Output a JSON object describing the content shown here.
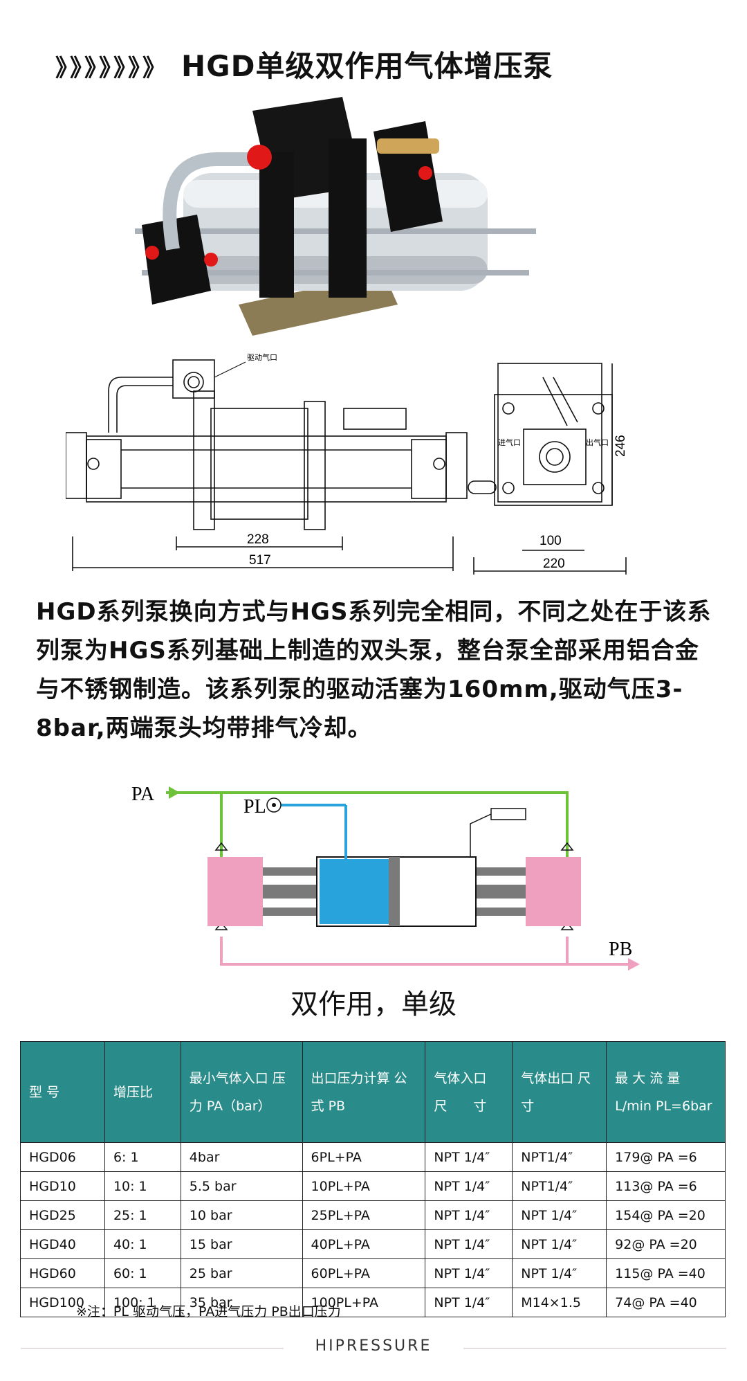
{
  "header": {
    "arrows": "》》》》》》》",
    "title": "HGD单级双作用气体增压泵"
  },
  "drawing": {
    "drive_port_label": "驱动气口",
    "inlet_label": "进气口",
    "outlet_label": "出气口",
    "dim_228": "228",
    "dim_517": "517",
    "dim_100": "100",
    "dim_220": "220",
    "dim_246": "246"
  },
  "description": "HGD系列泵换向方式与HGS系列完全相同，不同之处在于该系列泵为HGS系列基础上制造的双头泵，整台泵全部采用铝合金与不锈钢制造。该系列泵的驱动活塞为160mm,驱动气压3-8bar,两端泵头均带排气冷却。",
  "schematic": {
    "pa": "PA",
    "pl": "PL",
    "pb": "PB",
    "caption": "双作用，单级"
  },
  "table": {
    "headers": [
      "型 号",
      "增压比",
      "最小气体入口 压力 PA（bar）",
      "出口压力计算 公式 PB",
      "气体入口 尺　　寸",
      "气体出口 尺　　寸",
      "最 大 流 量 L/min PL=6bar"
    ],
    "rows": [
      [
        "HGD06",
        "6: 1",
        "4bar",
        "6PL+PA",
        "NPT 1/4″",
        "NPT1/4″",
        "179@ PA =6"
      ],
      [
        "HGD10",
        "10: 1",
        "5.5 bar",
        "10PL+PA",
        "NPT 1/4″",
        "NPT1/4″",
        "113@ PA =6"
      ],
      [
        "HGD25",
        "25: 1",
        "10 bar",
        "25PL+PA",
        "NPT 1/4″",
        "NPT 1/4″",
        "154@ PA =20"
      ],
      [
        "HGD40",
        "40: 1",
        "15 bar",
        "40PL+PA",
        "NPT 1/4″",
        "NPT 1/4″",
        "92@ PA =20"
      ],
      [
        "HGD60",
        "60: 1",
        "25 bar",
        "60PL+PA",
        "NPT 1/4″",
        "NPT 1/4″",
        "115@ PA =40"
      ],
      [
        "HGD100",
        "100: 1",
        "35 bar",
        "100PL+PA",
        "NPT 1/4″",
        "M14×1.5",
        "74@ PA =40"
      ]
    ]
  },
  "note": "※注：PL 驱动气压，PA进气压力 PB出口压力",
  "footer": "HIPRESSURE",
  "colors": {
    "table_header": "#2a8c8a",
    "pipe_green": "#6ec23a",
    "pipe_pink": "#f0a0bf",
    "piston_blue": "#29a3dc",
    "cylinder_gray": "#7a7a7a"
  }
}
